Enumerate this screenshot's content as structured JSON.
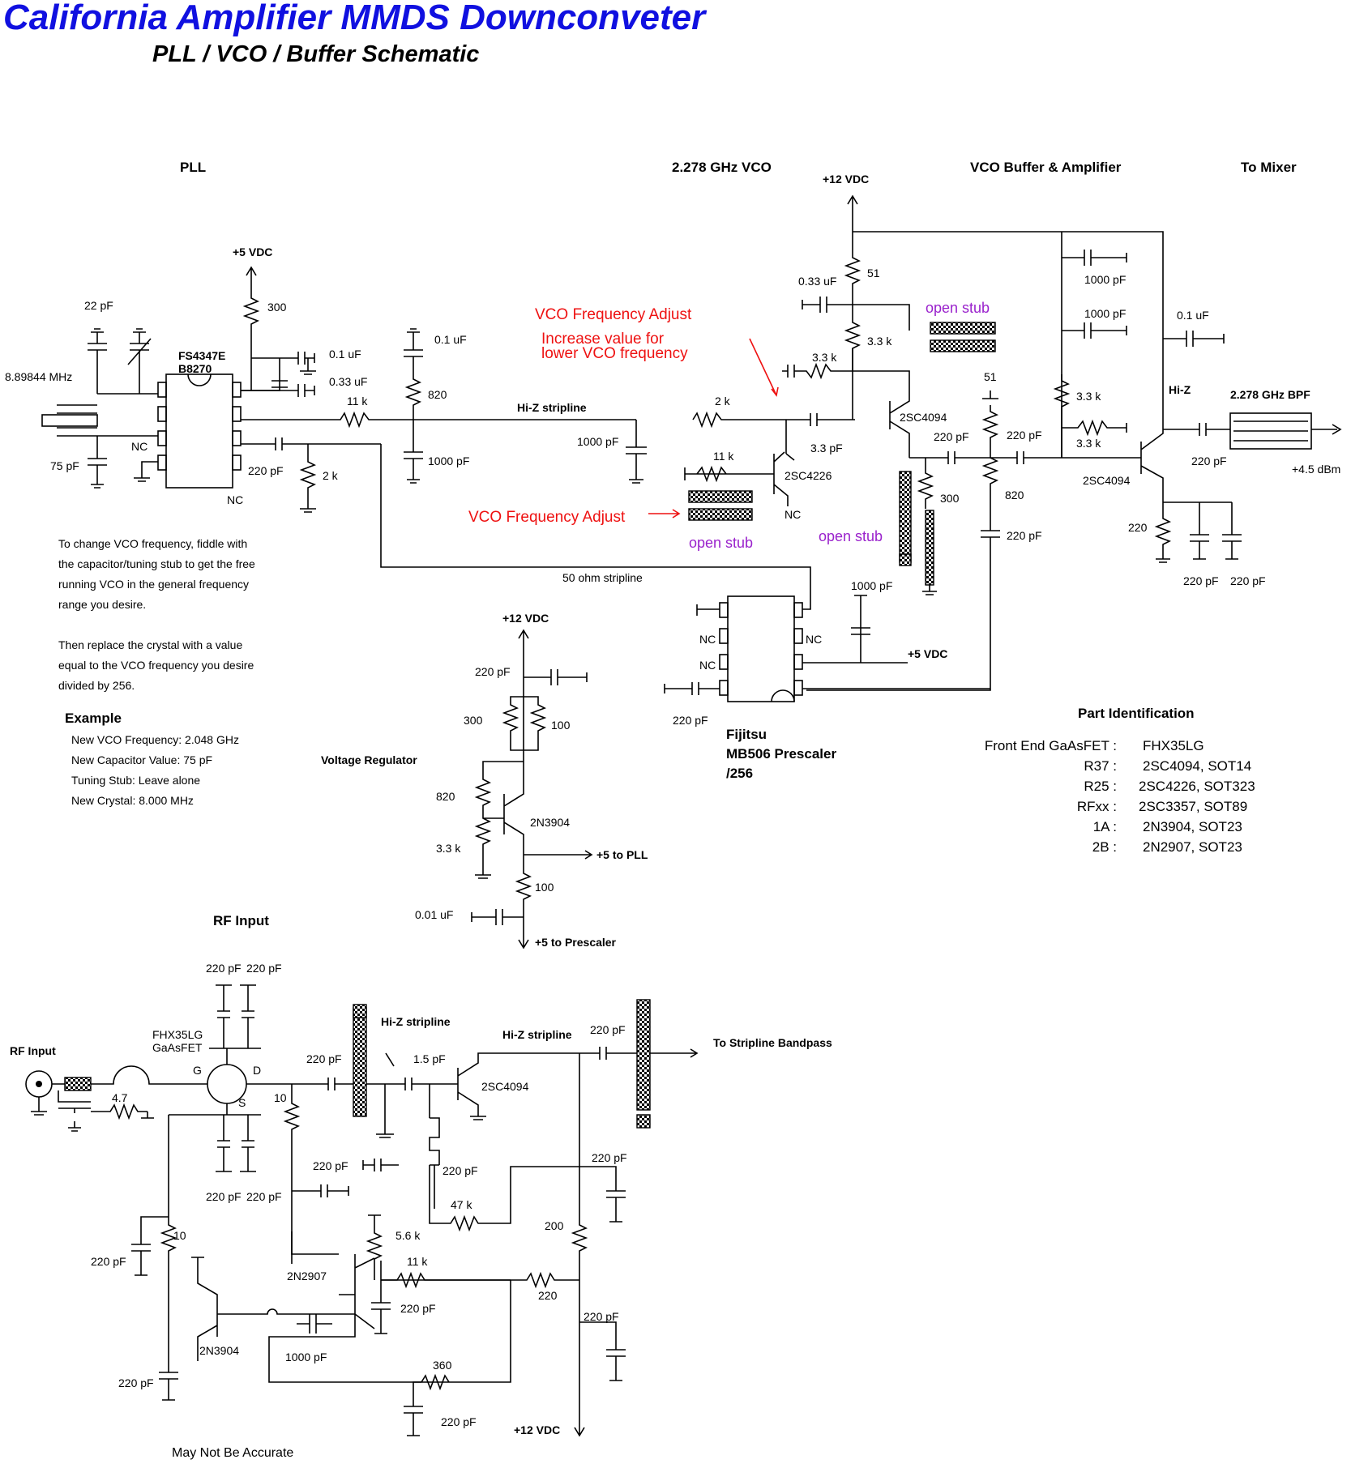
{
  "title": "California Amplifier MMDS Downconveter",
  "subtitle": "PLL / VCO / Buffer Schematic",
  "sections": {
    "pll": "PLL",
    "vco": "2.278 GHz VCO",
    "buffer": "VCO Buffer & Amplifier",
    "mixer": "To Mixer",
    "rf_input": "RF Input",
    "regulator": "Voltage Regulator",
    "parts": "Part Identification",
    "example": "Example"
  },
  "pll": {
    "chip_line1": "FS4347E",
    "chip_line2": "B8270",
    "crystal": "8.89844 MHz",
    "c22": "22 pF",
    "c75": "75 pF",
    "nc1": "NC",
    "nc2": "NC",
    "vdc5": "+5 VDC",
    "r300": "300",
    "c01": "0.1 uF",
    "c033": "0.33 uF",
    "c220": "220 pF",
    "r2k": "2 k",
    "r11k": "11 k",
    "c01b": "0.1 uF",
    "r820": "820",
    "c1000": "1000 pF"
  },
  "vco": {
    "hiz": "Hi-Z stripline",
    "r2k": "2 k",
    "c1000": "1000 pF",
    "r11k": "11 k",
    "q": "2SC4226",
    "nc": "NC",
    "c33": "3.3 pF",
    "vdc12": "+12 VDC",
    "c033": "0.33 uF",
    "r51": "51",
    "r33k": "3.3 k",
    "r33k_b": "3.3 k",
    "q2": "2SC4094",
    "stripline50": "50 ohm stripline",
    "adj_top": "VCO Frequency Adjust",
    "adj_note1": "Increase value for",
    "adj_note2": "lower VCO frequency",
    "adj_bottom": "VCO Frequency Adjust",
    "stub1": "open stub",
    "stub2": "open stub",
    "stub3": "open stub"
  },
  "buffer": {
    "r51": "51",
    "c220a": "220 pF",
    "c220b": "220 pF",
    "r300": "300",
    "r820": "820",
    "c220c": "220 pF",
    "c1000a": "1000 pF",
    "c1000b": "1000 pF",
    "r33k_a": "3.3 k",
    "r33k_b": "3.3 k",
    "c01": "0.1 uF",
    "hiz": "Hi-Z",
    "bpf": "2.278 GHz BPF",
    "c220d": "220 pF",
    "dbm": "+4.5 dBm",
    "q": "2SC4094",
    "r220": "220",
    "c220e": "220 pF",
    "c220f": "220 pF"
  },
  "prescaler": {
    "c1000": "1000 pF",
    "nc1": "NC",
    "nc2": "NC",
    "nc3": "NC",
    "vdc5": "+5 VDC",
    "c220": "220 pF",
    "name1": "Fijitsu",
    "name2": "MB506 Prescaler",
    "name3": "/256"
  },
  "regulator": {
    "vdc12": "+12 VDC",
    "c220": "220 pF",
    "r300": "300",
    "r100": "100",
    "r820": "820",
    "r33k": "3.3 k",
    "q": "2N3904",
    "to_pll": "+5 to PLL",
    "r100b": "100",
    "c001": "0.01 uF",
    "to_pre": "+5 to Prescaler"
  },
  "instructions": [
    "To change VCO frequency, fiddle with",
    "the capacitor/tuning stub to get the free",
    "running VCO in the general frequency",
    "range you desire.",
    "",
    "Then replace the crystal with a value",
    "equal to the VCO frequency you desire",
    "divided by 256."
  ],
  "example_lines": [
    "New VCO Frequency: 2.048 GHz",
    "New Capacitor Value: 75 pF",
    "Tuning Stub: Leave alone",
    "New Crystal: 8.000 MHz"
  ],
  "parts": [
    {
      "ref": "Front End GaAsFET :",
      "part": "FHX35LG"
    },
    {
      "ref": "R37 :",
      "part": "2SC4094, SOT14"
    },
    {
      "ref": "R25 :",
      "part": "2SC4226, SOT323"
    },
    {
      "ref": "RFxx :",
      "part": "2SC3357, SOT89"
    },
    {
      "ref": "1A :",
      "part": "2N3904, SOT23"
    },
    {
      "ref": "2B :",
      "part": "2N2907, SOT23"
    }
  ],
  "rf": {
    "input": "RF Input",
    "fet1": "FHX35LG",
    "fet2": "GaAsFET",
    "g": "G",
    "d": "D",
    "s": "S",
    "r47": "4.7",
    "c220a": "220 pF",
    "c220b": "220 pF",
    "c220c": "220 pF",
    "c220d": "220 pF",
    "r10a": "10",
    "c220e": "220 pF",
    "hiz1": "Hi-Z stripline",
    "c15": "1.5 pF",
    "hiz2": "Hi-Z stripline",
    "q1": "2SC4094",
    "c220f": "220 pF",
    "to_bp": "To Stripline Bandpass",
    "c220g": "220 pF",
    "c220h": "220 pF",
    "r47k": "47 k",
    "c220i": "220 pF",
    "r200": "200",
    "r10b": "10",
    "c220j": "220 pF",
    "q2": "2N2907",
    "r56k": "5.6 k",
    "r11k": "11 k",
    "c220k": "220 pF",
    "r220": "220",
    "c220l": "220 pF",
    "q3": "2N3904",
    "c1000": "1000 pF",
    "c220m": "220 pF",
    "r360": "360",
    "c220n": "220 pF",
    "vdc12": "+12 VDC"
  },
  "footer": "May Not Be Accurate"
}
